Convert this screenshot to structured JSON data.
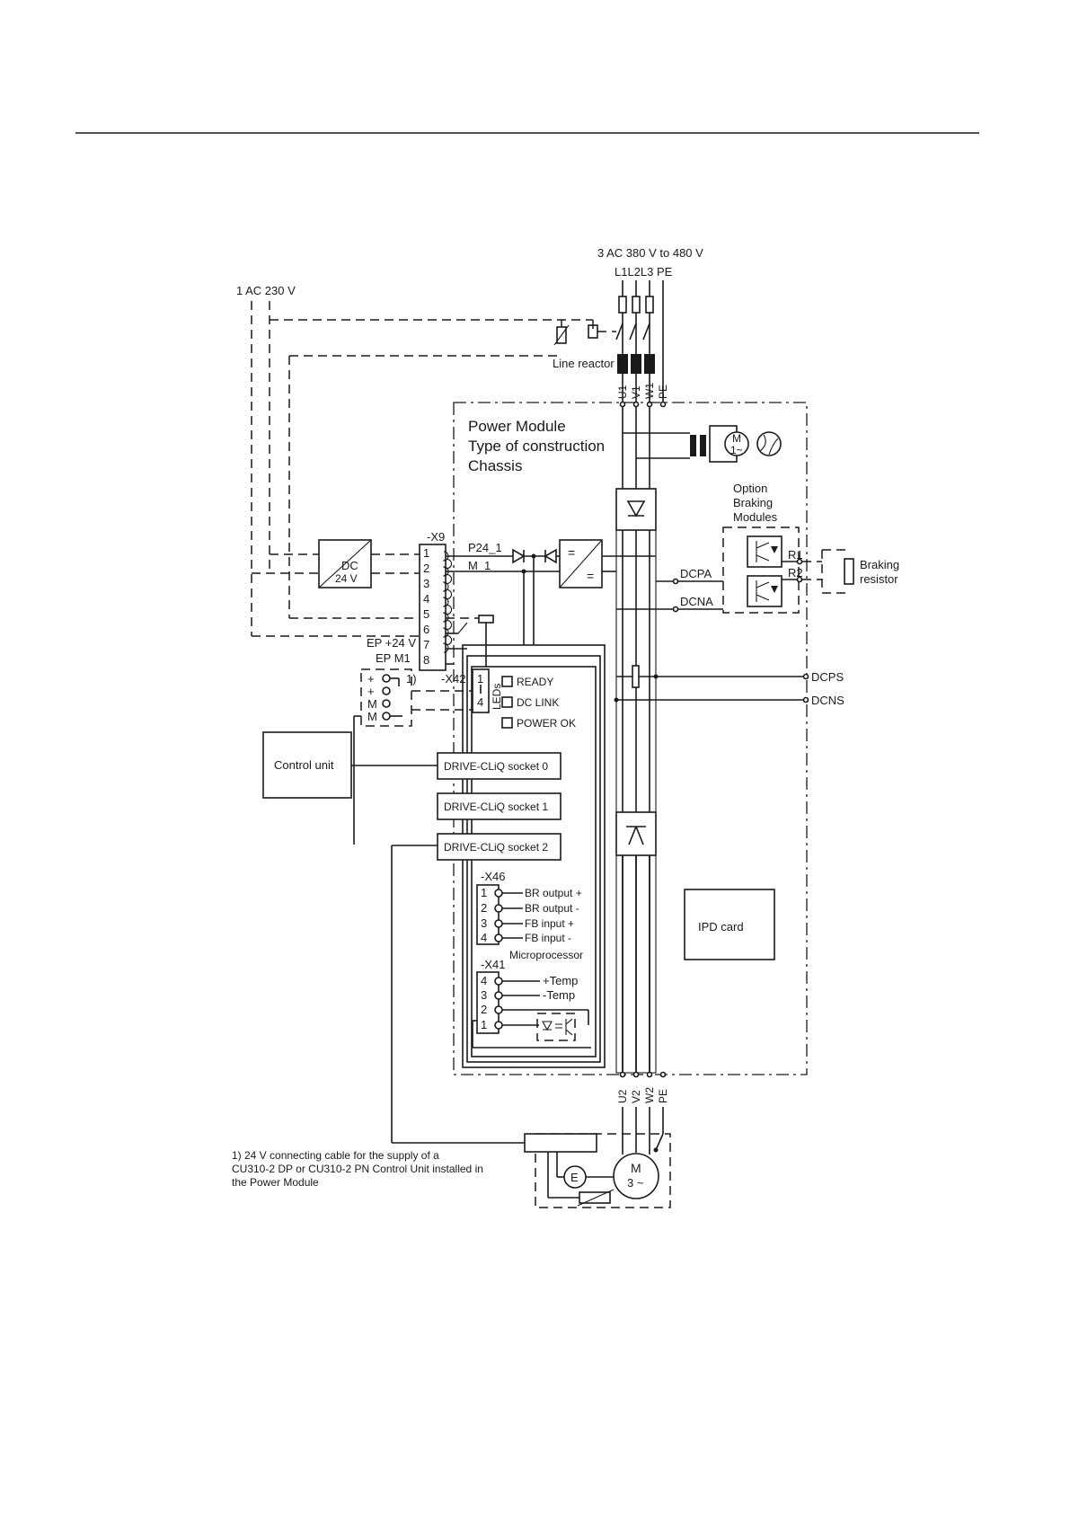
{
  "supply": {
    "three_phase": "3 AC 380 V to 480 V",
    "phases": "L1L2L3 PE",
    "single_phase": "1 AC 230 V",
    "line_reactor": "Line reactor"
  },
  "terminals_top": [
    "U1",
    "V1",
    "W1",
    "PE"
  ],
  "terminals_bottom": [
    "U2",
    "V2",
    "W2",
    "PE"
  ],
  "power_module": {
    "line1": "Power Module",
    "line2": "Type of construction",
    "line3": "Chassis"
  },
  "fan_motor": {
    "m": "M",
    "phase": "1~"
  },
  "psu": {
    "dc": "DC",
    "v": "24 V"
  },
  "x9": {
    "label": "-X9",
    "pins": [
      "1",
      "2",
      "3",
      "4",
      "5",
      "6",
      "7",
      "8"
    ],
    "p24": "P24_1",
    "m1": "M_1",
    "ep24": "EP +24 V",
    "epm1": "EP M1"
  },
  "converter": {
    "a": "=",
    "b": "="
  },
  "braking": {
    "option_title": [
      "Option",
      "Braking",
      "Modules"
    ],
    "r1": "R1",
    "r2": "R2",
    "resistor": [
      "Braking",
      "resistor"
    ]
  },
  "dc": {
    "dcpa": "DCPA",
    "dcna": "DCNA",
    "dcps": "DCPS",
    "dcns": "DCNS"
  },
  "ext_24v": {
    "pins": [
      "+",
      "+",
      "M",
      "M"
    ],
    "note_ref": "1)"
  },
  "x42": {
    "label": "-X42",
    "pin_a": "1",
    "pin_b": "4",
    "leds": "LEDs"
  },
  "leds": [
    "READY",
    "DC LINK",
    "POWER OK"
  ],
  "control_unit": "Control unit",
  "drive_cliq": [
    "DRIVE-CLiQ socket 0",
    "DRIVE-CLiQ socket 1",
    "DRIVE-CLiQ socket 2"
  ],
  "x46": {
    "label": "-X46",
    "pins": [
      "1",
      "2",
      "3",
      "4"
    ],
    "signals": [
      "BR output +",
      "BR output -",
      "FB input +",
      "FB input -"
    ],
    "micro": "Microprocessor"
  },
  "x41": {
    "label": "-X41",
    "pins": [
      "4",
      "3",
      "2",
      "1"
    ],
    "signals": [
      "+Temp",
      "-Temp"
    ]
  },
  "ipd": "IPD card",
  "motor": {
    "m": "M",
    "phase": "3 ~",
    "encoder": "E"
  },
  "footnote": [
    "1) 24 V connecting cable for the supply of a",
    "CU310-2 DP or CU310-2 PN Control Unit installed in",
    "the Power Module"
  ]
}
